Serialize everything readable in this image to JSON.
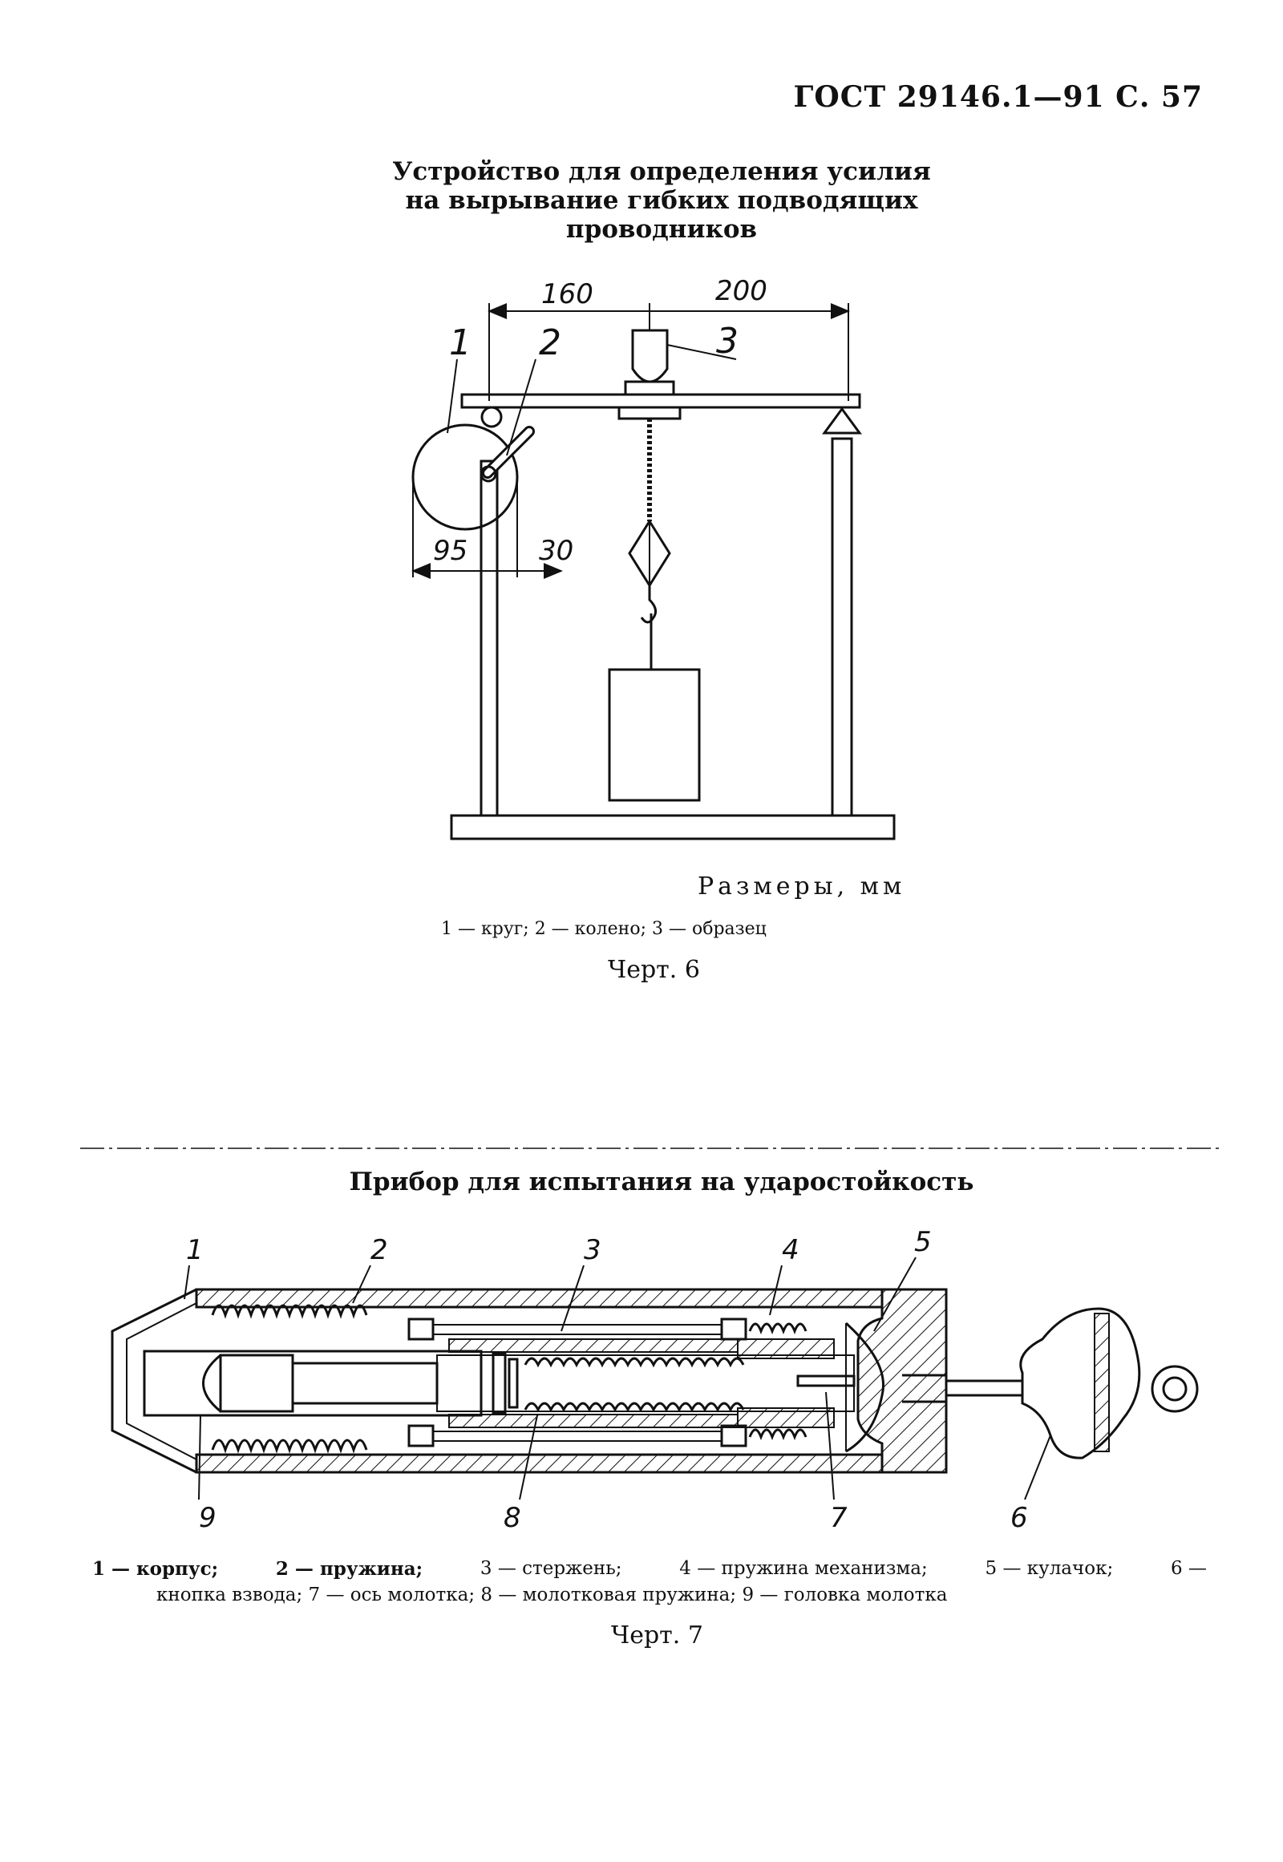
{
  "header": {
    "text": "ГОСТ 29146.1—91 С. 57"
  },
  "figure6": {
    "title_lines": [
      "Устройство для определения усилия",
      "на вырывание гибких подводящих",
      "проводников"
    ],
    "dim_labels": {
      "d160": "160",
      "d200": "200",
      "d95": "95",
      "d30": "30"
    },
    "callouts": {
      "c1": "1",
      "c2": "2",
      "c3": "3"
    },
    "dimensions_note": "Размеры, мм",
    "legend": "1 — круг; 2 — колено; 3 — образец",
    "caption": "Черт. 6"
  },
  "figure7": {
    "title": "Прибор для испытания на ударостойкость",
    "callouts": {
      "c1": "1",
      "c2": "2",
      "c3": "3",
      "c4": "4",
      "c5": "5",
      "c6": "6",
      "c7": "7",
      "c8": "8",
      "c9": "9"
    },
    "legend_line1": [
      "1 — корпус;",
      "2 — пружина;",
      "3 — стержень;",
      "4 — пружина механизма;",
      "5 — кулачок;",
      "6 —"
    ],
    "legend_line2": "кнопка взвода; 7 — ось молотка; 8 — молотковая пружина; 9 — головка молотка",
    "caption": "Черт. 7"
  }
}
